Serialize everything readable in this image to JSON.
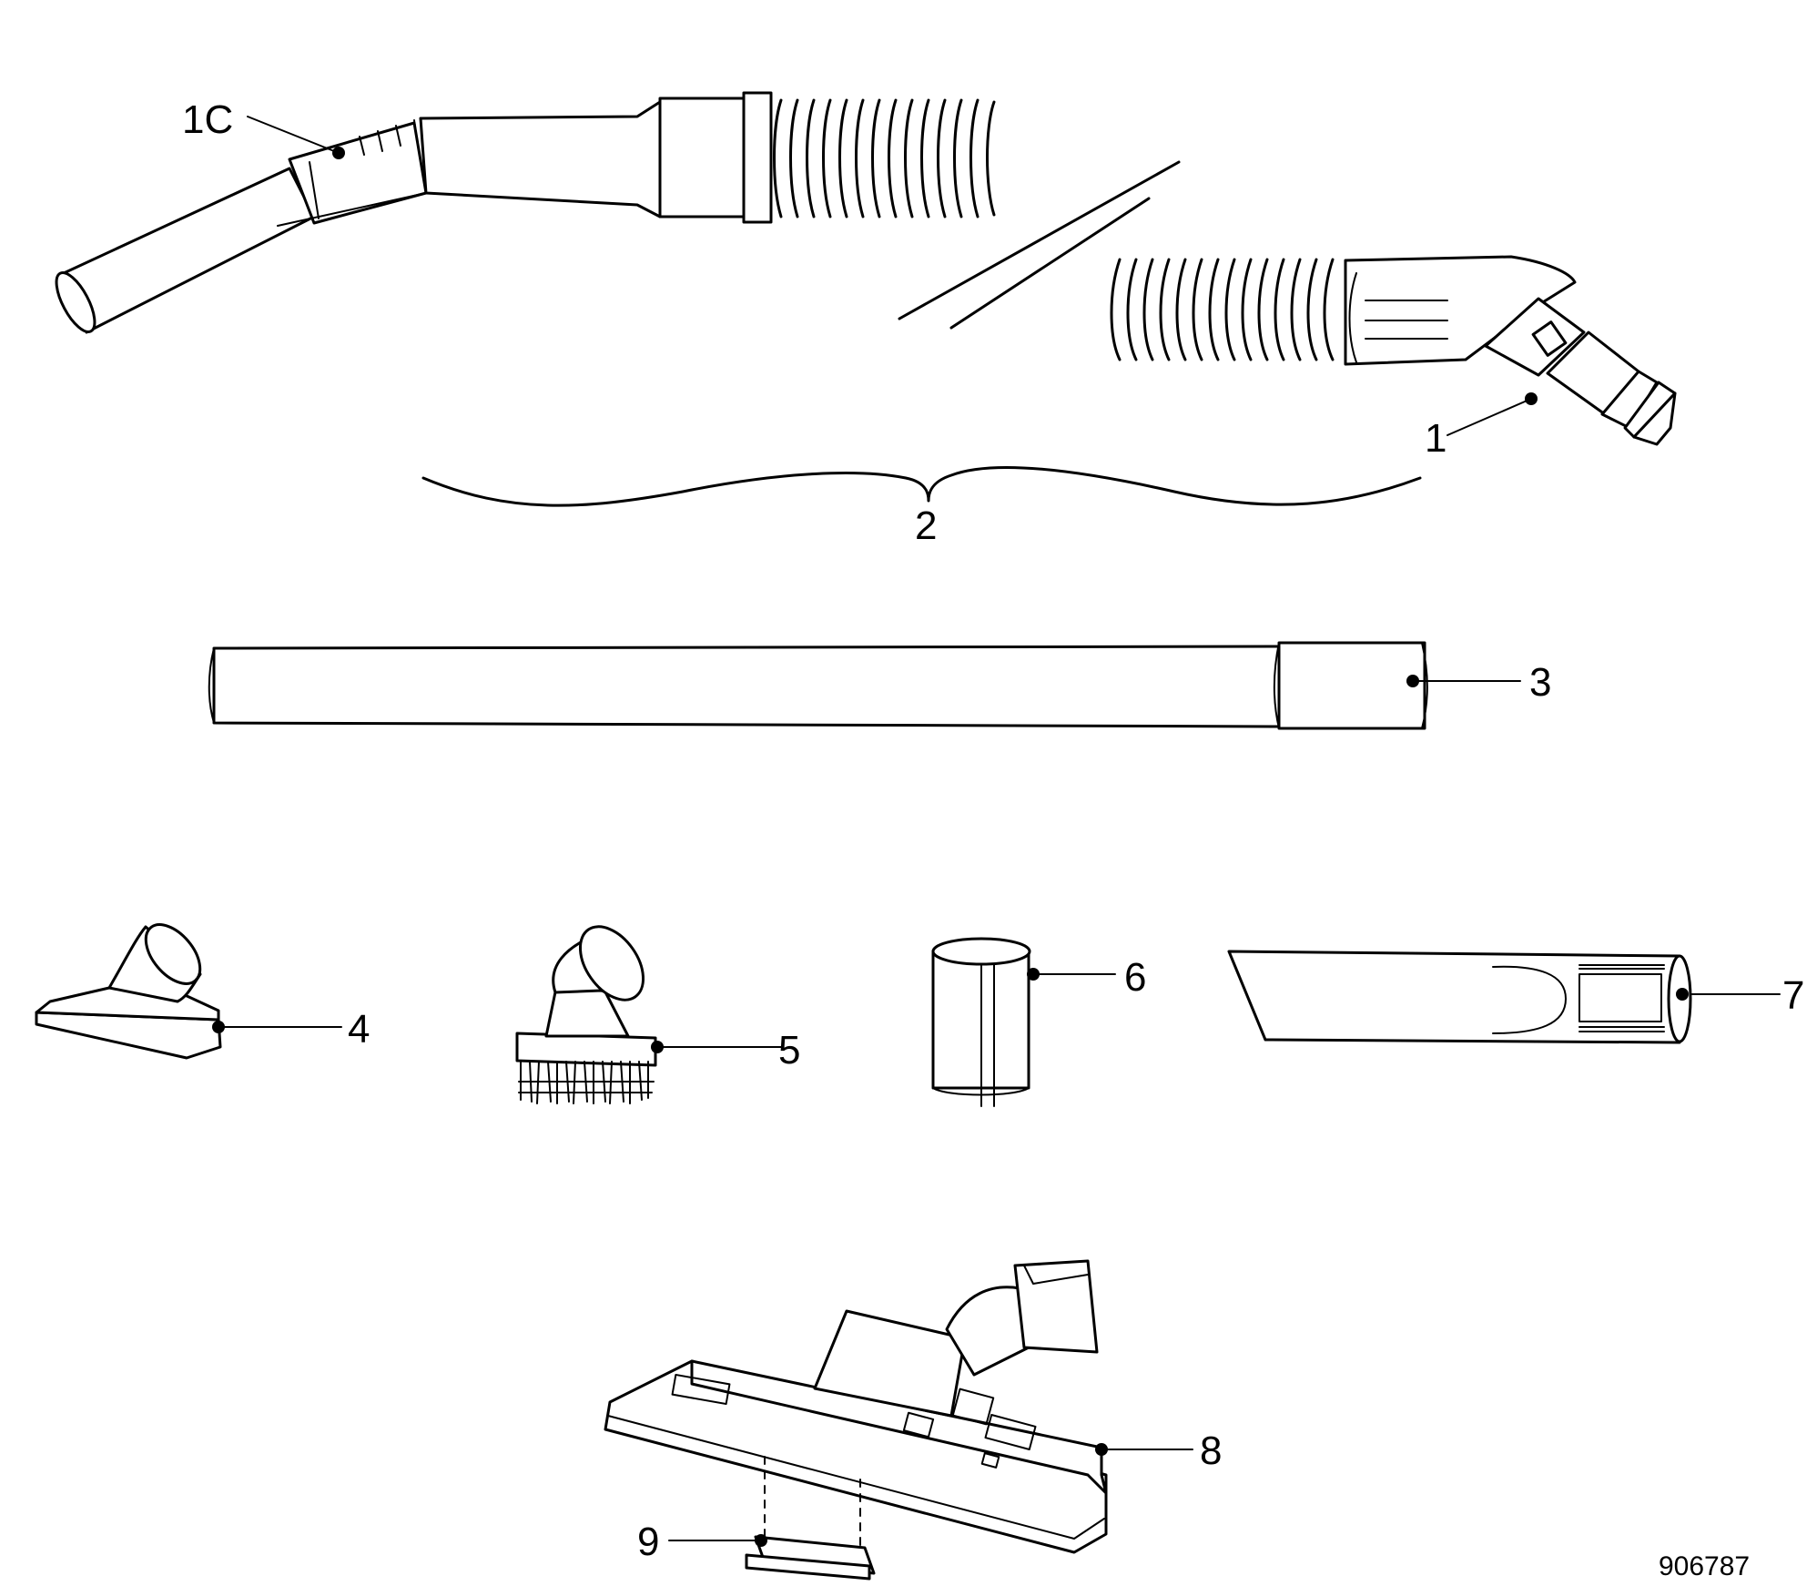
{
  "labels": {
    "p1c": "1C",
    "p1": "1",
    "p2": "2",
    "p3": "3",
    "p4": "4",
    "p5": "5",
    "p6": "6",
    "p7": "7",
    "p8": "8",
    "p9": "9"
  },
  "figure_code": "906787"
}
